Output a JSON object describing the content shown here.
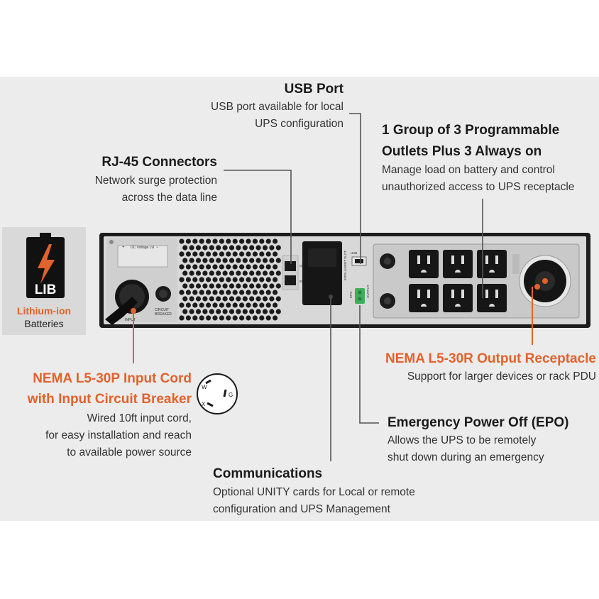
{
  "usb": {
    "title": "USB Port",
    "desc1": "USB port available for local",
    "desc2": "UPS configuration"
  },
  "outlets": {
    "title1": "1 Group of 3 Programmable",
    "title2": "Outlets Plus 3 Always on",
    "desc1": "Manage load on battery and control",
    "desc2": "unauthorized access to UPS receptacle"
  },
  "rj45": {
    "title": "RJ-45 Connectors",
    "desc1": "Network surge protection",
    "desc2": "across the data line"
  },
  "lib": {
    "badge": "LIB",
    "line1": "Lithium-ion",
    "line2": "Batteries"
  },
  "nema_out": {
    "title": "NEMA L5-30R Output Receptacle",
    "desc": "Support for larger devices or rack PDU"
  },
  "nema_in": {
    "title1": "NEMA L5-30P Input Cord",
    "title2": "with Input Circuit Breaker",
    "desc1": "Wired 10ft input cord,",
    "desc2": "for easy installation and reach",
    "desc3": "to available power source"
  },
  "epo": {
    "title": "Emergency Power Off (EPO)",
    "desc1": "Allows the UPS to be remotely",
    "desc2": "shut down during an emergency"
  },
  "comms": {
    "title": "Communications",
    "desc1": "Optional UNITY cards for Local or remote",
    "desc2": "configuration and UPS Management"
  },
  "panel_labels": {
    "input": "INPUT",
    "breaker1": "CIRCUIT",
    "breaker2": "BREAKER",
    "voltage": "DC Voltage Lvl",
    "slot": "INTELLIGENT SLOT",
    "epo": "EPO",
    "output": "OUTPUT",
    "usb": "USB",
    "out": "OUT",
    "in": "IN"
  },
  "plug_pins": {
    "w": "W",
    "x": "X",
    "g": "G"
  },
  "colors": {
    "accent": "#e2622b",
    "background": "#ececec",
    "panel": "#1c1c1c",
    "epo_green": "#3fae5a"
  }
}
